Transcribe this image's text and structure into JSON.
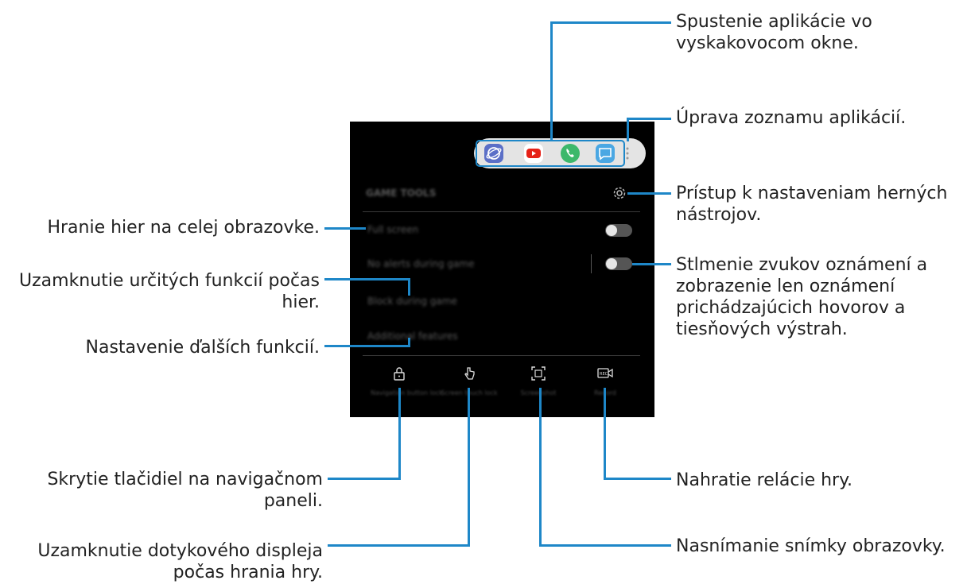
{
  "callouts": {
    "popup_launch": "Spustenie aplikácie vo\nvyskakovocom okne.",
    "edit_app_list": "Úprava zoznamu aplikácií.",
    "game_tools_settings": "Prístup k nastaveniam herných\nnástrojov.",
    "mute_notifications": "Stlmenie zvukov oznámení a\nzobrazenie len oznámení\nprichádzajúcich hovorov a\ntiesňových výstrah.",
    "record_session": "Nahratie relácie hry.",
    "screenshot": "Nasnímanie snímky obrazovky.",
    "full_screen": "Hranie hier na celej obrazovke.",
    "lock_functions": "Uzamknutie určitých funkcií počas\nhier.",
    "more_features": "Nastavenie ďalších funkcií.",
    "hide_nav_buttons": "Skrytie tlačidiel na navigačnom\npaneli.",
    "lock_touch": "Uzamknutie dotykového displeja\npočas hrania hry."
  },
  "screen": {
    "header": "GAME TOOLS",
    "rows": [
      "Full screen",
      "No alerts during game",
      "Block during game",
      "Additional features"
    ],
    "toggles": {
      "full_screen": false,
      "no_alerts": false
    },
    "bottom_buttons": [
      "Navigation button lock",
      "Screen touch lock",
      "Screenshot",
      "Record"
    ]
  },
  "colors": {
    "accent": "#1e87c8",
    "panel_bg": "#000000",
    "app_bar_bg": "#e4e4e4"
  },
  "icons": [
    "internet-icon",
    "youtube-icon",
    "phone-icon",
    "messages-icon",
    "more-vertical-icon",
    "gear-icon",
    "lock-icon",
    "touch-lock-icon",
    "screenshot-icon",
    "record-icon"
  ]
}
